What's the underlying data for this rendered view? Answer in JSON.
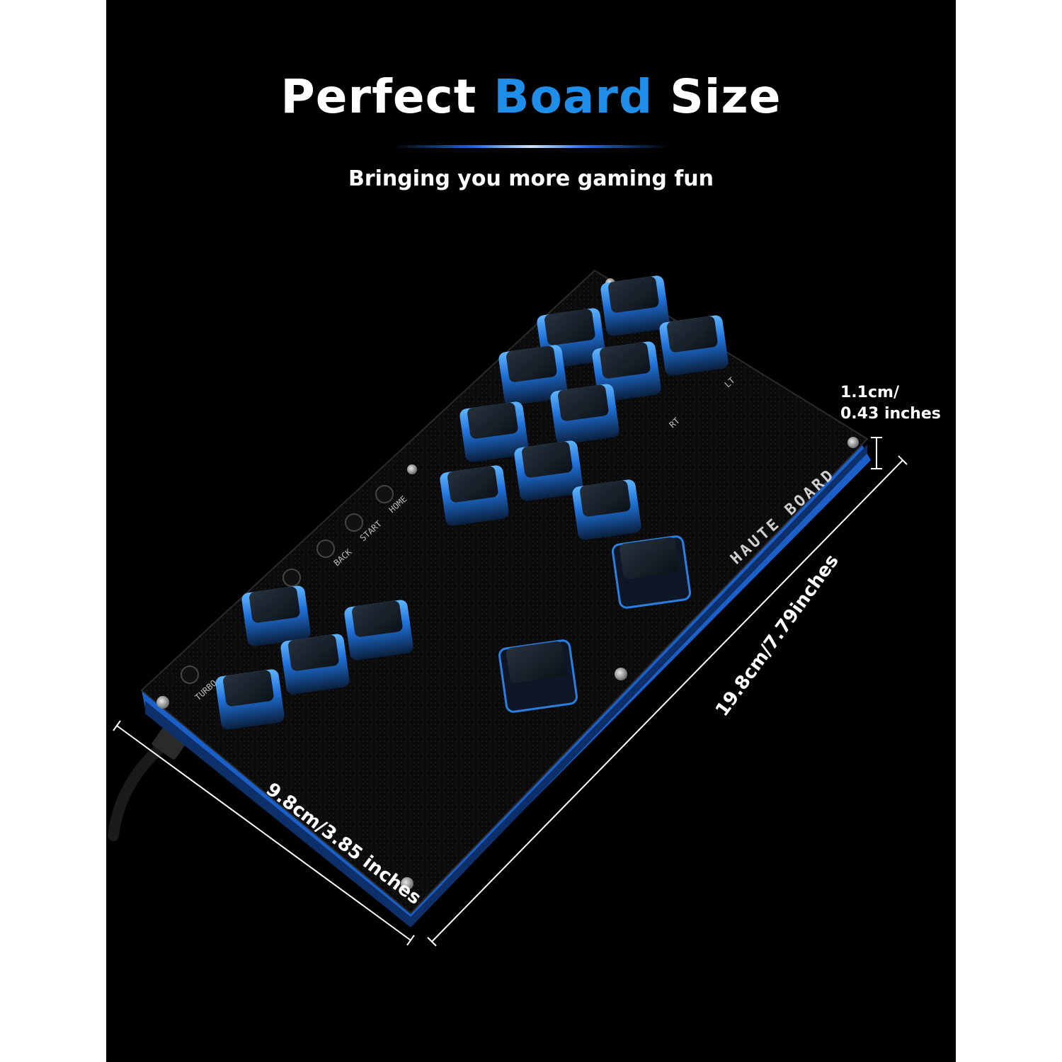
{
  "headline": {
    "part1": "Perfect",
    "part2": "Board",
    "part3": "Size"
  },
  "subtitle": "Bringing you more gaming fun",
  "board": {
    "brand_print": "HAUTE BOARD",
    "labels": {
      "turbo": "TURBO",
      "back": "BACK",
      "start": "START",
      "home": "HOME",
      "lt": "LT",
      "rt": "RT"
    }
  },
  "dimensions": {
    "height": {
      "line1": "1.1cm/",
      "line2": "0.43 inches"
    },
    "length": "19.8cm/7.79inches",
    "width": "9.8cm/3.85 inches"
  },
  "colors": {
    "background": "#000000",
    "accent": "#1e8ee8",
    "key_glow": "#2a7fe0"
  }
}
